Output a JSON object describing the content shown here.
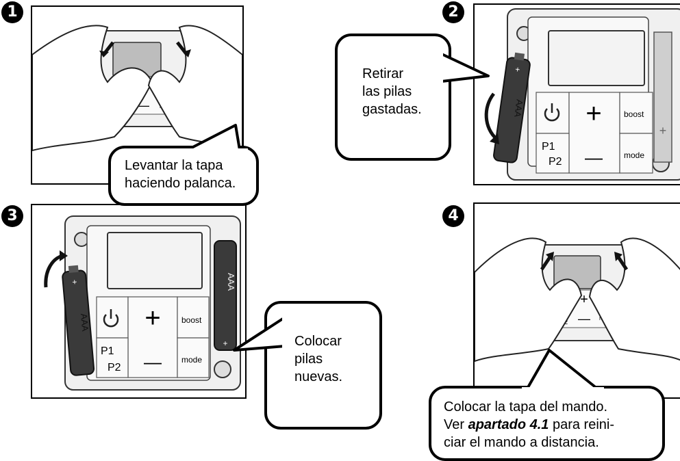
{
  "steps": [
    {
      "num": "1",
      "text_l1": "Levantar la tapa",
      "text_l2": "haciendo palanca."
    },
    {
      "num": "2",
      "text_l1": "Retirar",
      "text_l2": "las pilas",
      "text_l3": "gastadas."
    },
    {
      "num": "3",
      "text_l1": "Colocar",
      "text_l2": "pilas",
      "text_l3": "nuevas."
    },
    {
      "num": "4",
      "text_l1": "Colocar la tapa del mando.",
      "text_l2_pre": "Ver ",
      "text_l2_em": "apartado 4.1",
      "text_l2_post": " para reini-",
      "text_l3": "ciar el mando a distancia."
    }
  ],
  "device": {
    "boost": "boost",
    "mode": "mode",
    "p1": "P1",
    "p2": "P2",
    "battery": "AAA",
    "plus_sign": "+",
    "plus_small": "+",
    "minus_sign": "—"
  }
}
